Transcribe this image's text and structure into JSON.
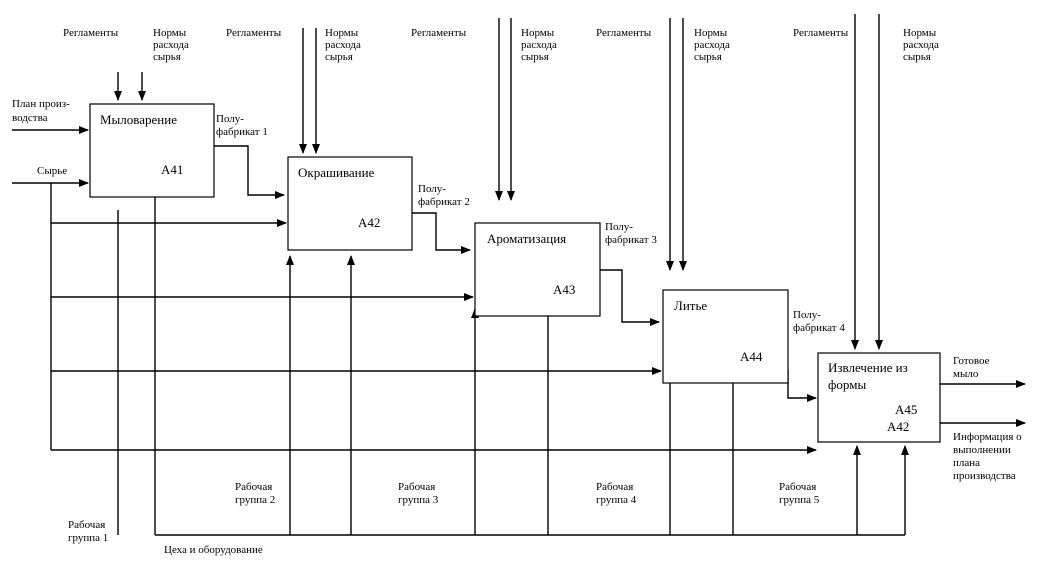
{
  "controls": {
    "reglament": "Регламенты",
    "norms": [
      "Нормы",
      "расхода",
      "сырья"
    ]
  },
  "inputs": {
    "plan": [
      "План произ-",
      "водства"
    ],
    "raw": "Сырье"
  },
  "boxes": [
    {
      "title": [
        "Мыловарение"
      ],
      "code": [
        "A41"
      ]
    },
    {
      "title": [
        "Окрашивание"
      ],
      "code": [
        "A42"
      ]
    },
    {
      "title": [
        "Ароматизация"
      ],
      "code": [
        "A43"
      ]
    },
    {
      "title": [
        "Литье"
      ],
      "code": [
        "A44"
      ]
    },
    {
      "title": [
        "Извлечение из",
        "формы"
      ],
      "code": [
        "A45",
        "A42"
      ]
    }
  ],
  "semi_products": [
    [
      "Полу-",
      "фабрикат 1"
    ],
    [
      "Полу-",
      "фабрикат 2"
    ],
    [
      "Полу-",
      "фабрикат 3"
    ],
    [
      "Полу-",
      "фабрикат 4"
    ]
  ],
  "outputs": {
    "finished": [
      "Готовое",
      "мыло"
    ],
    "info": [
      "Информация о",
      "выполнении",
      "плана",
      "производства"
    ]
  },
  "mechanisms": {
    "groups": [
      [
        "Рабочая",
        "группа 1"
      ],
      [
        "Рабочая",
        "группа  2"
      ],
      [
        "Рабочая",
        "группа 3"
      ],
      [
        "Рабочая",
        "группа 4"
      ],
      [
        "Рабочая",
        "группа 5"
      ]
    ],
    "equipment": "Цеха и оборудование"
  }
}
